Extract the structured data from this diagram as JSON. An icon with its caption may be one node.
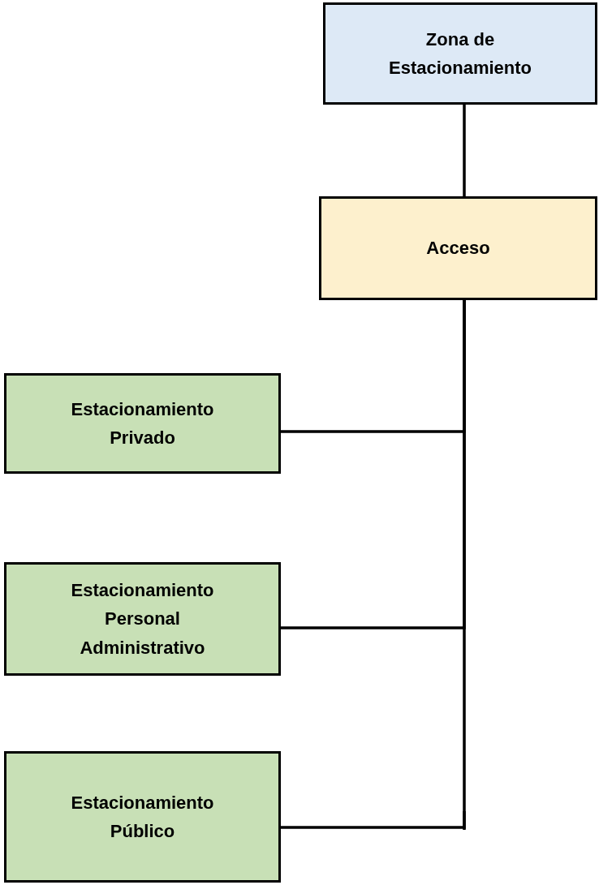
{
  "diagram": {
    "nodes": [
      {
        "text": [
          "Zona de Estacionamiento"
        ]
      },
      {
        "text": [
          "Acceso"
        ]
      },
      {
        "text": [
          "Estacionamiento Privado"
        ]
      },
      {
        "text": [
          "Estacionamiento Personal Administrativo"
        ]
      },
      {
        "text": [
          "Estacionamiento Público"
        ]
      }
    ],
    "edges": [
      {
        "from": 0,
        "to": 1,
        "arrow": "none"
      },
      {
        "from": 1,
        "to": 2,
        "arrow": "none"
      },
      {
        "from": 1,
        "to": 3,
        "arrow": "none"
      },
      {
        "from": 1,
        "to": 4,
        "arrow": "none"
      }
    ]
  }
}
